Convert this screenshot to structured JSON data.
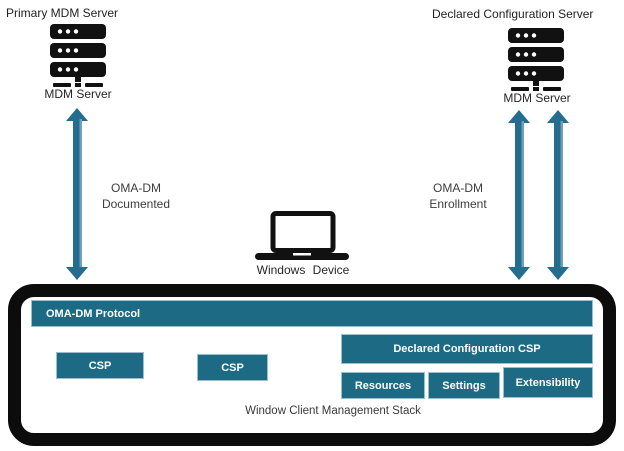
{
  "colors": {
    "box_teal": "#1d6a84",
    "arrow_teal": "#246d8f",
    "bezel_black": "#0c0c0c"
  },
  "servers": {
    "primary": {
      "title": "Primary MDM Server",
      "caption": "MDM Server"
    },
    "declared": {
      "title": "Declared Configuration Server",
      "caption": "MDM Server"
    }
  },
  "device": {
    "caption": "Windows Device"
  },
  "arrows": {
    "documented": {
      "line1": "OMA-DM",
      "line2": "Documented"
    },
    "enrollment": {
      "line1": "OMA-DM",
      "line2": "Enrollment"
    }
  },
  "stack": {
    "protocol": "OMA-DM Protocol",
    "csp_left": "CSP",
    "csp_middle": "CSP",
    "declared_csp": "Declared Configuration CSP",
    "resources": "Resources",
    "settings": "Settings",
    "extensibility": "Extensibility",
    "caption": "Window Client Management Stack"
  }
}
